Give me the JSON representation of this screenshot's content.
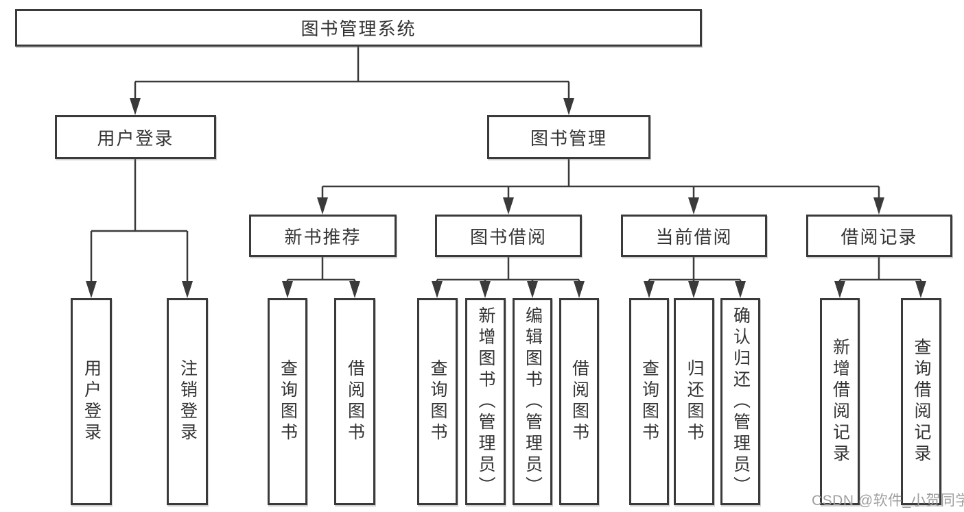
{
  "diagram": {
    "title": "图书管理系统",
    "children": [
      {
        "label": "用户登录",
        "children": [
          {
            "label": "用户登录"
          },
          {
            "label": "注销登录"
          }
        ]
      },
      {
        "label": "图书管理",
        "children": [
          {
            "label": "新书推荐",
            "children": [
              {
                "label": "查询图书"
              },
              {
                "label": "借阅图书"
              }
            ]
          },
          {
            "label": "图书借阅",
            "children": [
              {
                "label": "查询图书"
              },
              {
                "label": "新增图书（管理员）"
              },
              {
                "label": "编辑图书（管理员）"
              },
              {
                "label": "借阅图书"
              }
            ]
          },
          {
            "label": "当前借阅",
            "children": [
              {
                "label": "查询图书"
              },
              {
                "label": "归还图书"
              },
              {
                "label": "确认归还（管理员）"
              }
            ]
          },
          {
            "label": "借阅记录",
            "children": [
              {
                "label": "新增借阅记录"
              },
              {
                "label": "查询借阅记录"
              }
            ]
          }
        ]
      }
    ]
  },
  "watermark": {
    "text": "CSDN @软件_小贺同学",
    "color": "#9e9e9e"
  },
  "colors": {
    "line": "#3a3a3a",
    "box_border": "#3a3a3a",
    "text": "#333333",
    "background": "#ffffff"
  }
}
